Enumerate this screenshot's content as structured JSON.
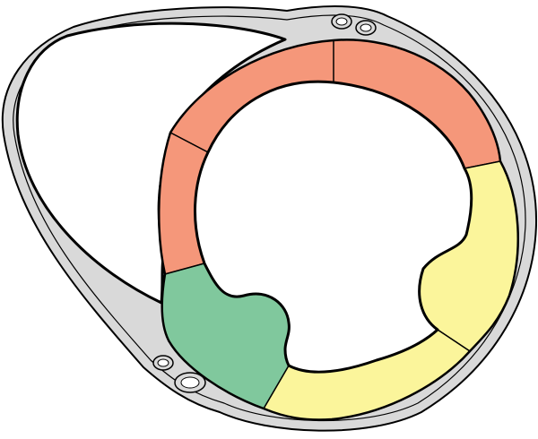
{
  "colors": {
    "background": "#ffffff",
    "outline": "#000000",
    "pericardium": "#d9d9d9",
    "right_ventricle_cavity": "#ffffff",
    "left_ventricle_cavity": "#ffffff",
    "segment_salmon": "#f5977a",
    "segment_yellow": "#fbf59b",
    "segment_green": "#80c89d"
  },
  "segments": [
    {
      "id": "anterior",
      "color": "salmon"
    },
    {
      "id": "anterolateral",
      "color": "salmon"
    },
    {
      "id": "anteroseptal",
      "color": "salmon"
    },
    {
      "id": "inferoseptal",
      "color": "green"
    },
    {
      "id": "inferior",
      "color": "yellow"
    },
    {
      "id": "inferolateral",
      "color": "yellow"
    }
  ],
  "vessels": [
    {
      "id": "anterior-interventricular-vessel-pair"
    },
    {
      "id": "posterior-interventricular-vessel-pair"
    }
  ]
}
